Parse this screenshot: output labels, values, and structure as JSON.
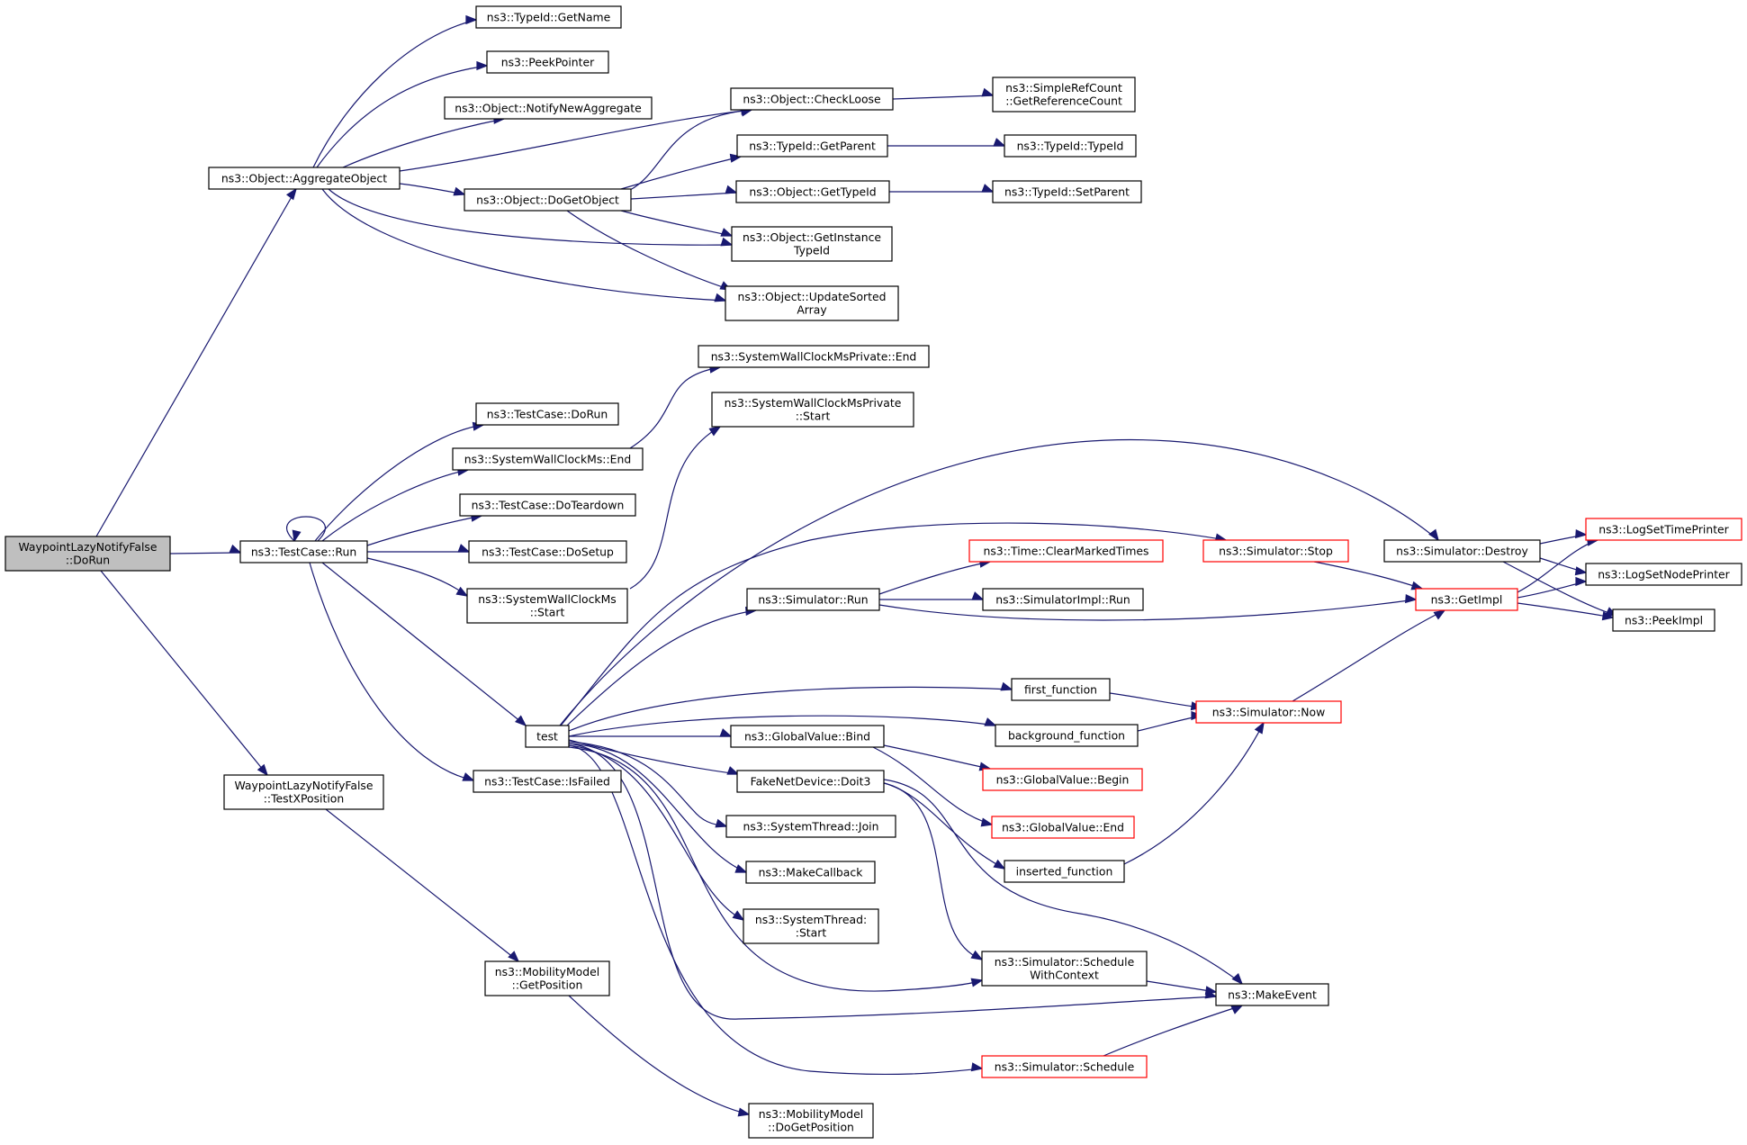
{
  "colors": {
    "edge": "#191970",
    "node_border": "#000000",
    "truncated_border": "#ff0000",
    "root_fill": "#bfbfbf",
    "node_fill": "#ffffff"
  },
  "nodes": [
    {
      "id": "dorun",
      "lines": [
        "WaypointLazyNotifyFalse",
        "::DoRun"
      ],
      "root": true
    },
    {
      "id": "aggregate",
      "lines": [
        "ns3::Object::AggregateObject"
      ]
    },
    {
      "id": "getname",
      "lines": [
        "ns3::TypeId::GetName"
      ]
    },
    {
      "id": "peekptr",
      "lines": [
        "ns3::PeekPointer"
      ]
    },
    {
      "id": "notifyagg",
      "lines": [
        "ns3::Object::NotifyNewAggregate"
      ]
    },
    {
      "id": "checkloose",
      "lines": [
        "ns3::Object::CheckLoose"
      ]
    },
    {
      "id": "getrefcount",
      "lines": [
        "ns3::SimpleRefCount",
        "::GetReferenceCount"
      ]
    },
    {
      "id": "getparent",
      "lines": [
        "ns3::TypeId::GetParent"
      ]
    },
    {
      "id": "typeid",
      "lines": [
        "ns3::TypeId::TypeId"
      ]
    },
    {
      "id": "dogetobject",
      "lines": [
        "ns3::Object::DoGetObject"
      ]
    },
    {
      "id": "gettypeid",
      "lines": [
        "ns3::Object::GetTypeId"
      ]
    },
    {
      "id": "setparent",
      "lines": [
        "ns3::TypeId::SetParent"
      ]
    },
    {
      "id": "getinstance",
      "lines": [
        "ns3::Object::GetInstance",
        "TypeId"
      ]
    },
    {
      "id": "updatesorted",
      "lines": [
        "ns3::Object::UpdateSorted",
        "Array"
      ]
    },
    {
      "id": "swcpend",
      "lines": [
        "ns3::SystemWallClockMsPrivate::End"
      ]
    },
    {
      "id": "swcpstart",
      "lines": [
        "ns3::SystemWallClockMsPrivate",
        "::Start"
      ]
    },
    {
      "id": "tcdorun",
      "lines": [
        "ns3::TestCase::DoRun"
      ]
    },
    {
      "id": "swcend",
      "lines": [
        "ns3::SystemWallClockMs::End"
      ]
    },
    {
      "id": "tcteardown",
      "lines": [
        "ns3::TestCase::DoTeardown"
      ]
    },
    {
      "id": "tcrun",
      "lines": [
        "ns3::TestCase::Run"
      ]
    },
    {
      "id": "tcsetup",
      "lines": [
        "ns3::TestCase::DoSetup"
      ]
    },
    {
      "id": "swcstart",
      "lines": [
        "ns3::SystemWallClockMs",
        "::Start"
      ]
    },
    {
      "id": "test",
      "lines": [
        "test"
      ]
    },
    {
      "id": "tcfailed",
      "lines": [
        "ns3::TestCase::IsFailed"
      ]
    },
    {
      "id": "testx",
      "lines": [
        "WaypointLazyNotifyFalse",
        "::TestXPosition"
      ]
    },
    {
      "id": "mmgetpos",
      "lines": [
        "ns3::MobilityModel",
        "::GetPosition"
      ]
    },
    {
      "id": "mmdogetpos",
      "lines": [
        "ns3::MobilityModel",
        "::DoGetPosition"
      ]
    },
    {
      "id": "clearmarked",
      "lines": [
        "ns3::Time::ClearMarkedTimes"
      ],
      "truncated": true
    },
    {
      "id": "simrun",
      "lines": [
        "ns3::Simulator::Run"
      ]
    },
    {
      "id": "simimplrun",
      "lines": [
        "ns3::SimulatorImpl::Run"
      ]
    },
    {
      "id": "simstop",
      "lines": [
        "ns3::Simulator::Stop"
      ],
      "truncated": true
    },
    {
      "id": "simdestroy",
      "lines": [
        "ns3::Simulator::Destroy"
      ]
    },
    {
      "id": "getimpl",
      "lines": [
        "ns3::GetImpl"
      ],
      "truncated": true
    },
    {
      "id": "logtime",
      "lines": [
        "ns3::LogSetTimePrinter"
      ],
      "truncated": true
    },
    {
      "id": "lognode",
      "lines": [
        "ns3::LogSetNodePrinter"
      ]
    },
    {
      "id": "peekimpl",
      "lines": [
        "ns3::PeekImpl"
      ]
    },
    {
      "id": "firstfn",
      "lines": [
        "first_function"
      ]
    },
    {
      "id": "bgfn",
      "lines": [
        "background_function"
      ]
    },
    {
      "id": "simnow",
      "lines": [
        "ns3::Simulator::Now"
      ],
      "truncated": true
    },
    {
      "id": "gvbind",
      "lines": [
        "ns3::GlobalValue::Bind"
      ]
    },
    {
      "id": "gvbegin",
      "lines": [
        "ns3::GlobalValue::Begin"
      ],
      "truncated": true
    },
    {
      "id": "gvend",
      "lines": [
        "ns3::GlobalValue::End"
      ],
      "truncated": true
    },
    {
      "id": "doit3",
      "lines": [
        "FakeNetDevice::Doit3"
      ]
    },
    {
      "id": "stjoin",
      "lines": [
        "ns3::SystemThread::Join"
      ]
    },
    {
      "id": "makecb",
      "lines": [
        "ns3::MakeCallback"
      ]
    },
    {
      "id": "ststart",
      "lines": [
        "ns3::SystemThread:",
        ":Start"
      ]
    },
    {
      "id": "insertedfn",
      "lines": [
        "inserted_function"
      ]
    },
    {
      "id": "schedctx",
      "lines": [
        "ns3::Simulator::Schedule",
        "WithContext"
      ]
    },
    {
      "id": "makeevent",
      "lines": [
        "ns3::MakeEvent"
      ]
    },
    {
      "id": "schedule",
      "lines": [
        "ns3::Simulator::Schedule"
      ],
      "truncated": true
    }
  ],
  "edges": [
    [
      "dorun",
      "aggregate"
    ],
    [
      "dorun",
      "tcrun"
    ],
    [
      "dorun",
      "testx"
    ],
    [
      "aggregate",
      "getname"
    ],
    [
      "aggregate",
      "peekptr"
    ],
    [
      "aggregate",
      "notifyagg"
    ],
    [
      "aggregate",
      "checkloose"
    ],
    [
      "aggregate",
      "dogetobject"
    ],
    [
      "aggregate",
      "getinstance"
    ],
    [
      "aggregate",
      "updatesorted"
    ],
    [
      "checkloose",
      "getrefcount"
    ],
    [
      "getparent",
      "typeid"
    ],
    [
      "gettypeid",
      "setparent"
    ],
    [
      "dogetobject",
      "checkloose"
    ],
    [
      "dogetobject",
      "getparent"
    ],
    [
      "dogetobject",
      "gettypeid"
    ],
    [
      "dogetobject",
      "getinstance"
    ],
    [
      "dogetobject",
      "updatesorted"
    ],
    [
      "tcrun",
      "tcrun"
    ],
    [
      "tcrun",
      "tcdorun"
    ],
    [
      "tcrun",
      "swcend"
    ],
    [
      "tcrun",
      "tcteardown"
    ],
    [
      "tcrun",
      "tcsetup"
    ],
    [
      "tcrun",
      "swcstart"
    ],
    [
      "tcrun",
      "test"
    ],
    [
      "tcrun",
      "tcfailed"
    ],
    [
      "swcend",
      "swcpend"
    ],
    [
      "swcstart",
      "swcpstart"
    ],
    [
      "testx",
      "mmgetpos"
    ],
    [
      "mmgetpos",
      "mmdogetpos"
    ],
    [
      "test",
      "simdestroy"
    ],
    [
      "test",
      "simstop"
    ],
    [
      "test",
      "simrun"
    ],
    [
      "test",
      "firstfn"
    ],
    [
      "test",
      "bgfn"
    ],
    [
      "test",
      "gvbind"
    ],
    [
      "test",
      "doit3"
    ],
    [
      "test",
      "stjoin"
    ],
    [
      "test",
      "makecb"
    ],
    [
      "test",
      "ststart"
    ],
    [
      "test",
      "schedctx"
    ],
    [
      "test",
      "makeevent"
    ],
    [
      "test",
      "schedule"
    ],
    [
      "simrun",
      "clearmarked"
    ],
    [
      "simrun",
      "simimplrun"
    ],
    [
      "simrun",
      "getimpl"
    ],
    [
      "simstop",
      "getimpl"
    ],
    [
      "simdestroy",
      "logtime"
    ],
    [
      "simdestroy",
      "lognode"
    ],
    [
      "simdestroy",
      "peekimpl"
    ],
    [
      "getimpl",
      "logtime"
    ],
    [
      "getimpl",
      "lognode"
    ],
    [
      "getimpl",
      "peekimpl"
    ],
    [
      "firstfn",
      "simnow"
    ],
    [
      "bgfn",
      "simnow"
    ],
    [
      "simnow",
      "getimpl"
    ],
    [
      "gvbind",
      "gvbegin"
    ],
    [
      "gvbind",
      "gvend"
    ],
    [
      "doit3",
      "insertedfn"
    ],
    [
      "doit3",
      "schedctx"
    ],
    [
      "doit3",
      "makeevent"
    ],
    [
      "insertedfn",
      "simnow"
    ],
    [
      "schedctx",
      "makeevent"
    ],
    [
      "schedule",
      "makeevent"
    ]
  ]
}
